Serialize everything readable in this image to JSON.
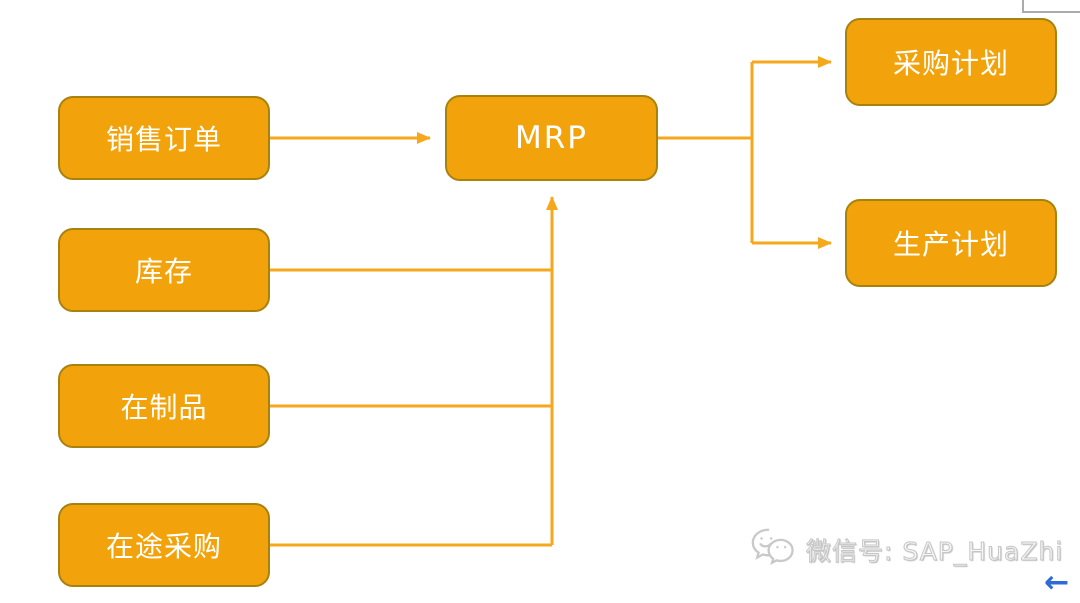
{
  "colors": {
    "node_fill": "#F2A30B",
    "node_border": "#A8820E",
    "connector": "#F5A81C",
    "node_text": "#FFFFFF",
    "watermark_gray": "#C9C9C9",
    "nav_arrow_blue": "#2E6BD8",
    "frame_corner_gray": "#ABABAB"
  },
  "diagram": {
    "nodes": [
      {
        "id": "sales-order",
        "label": "销售订单"
      },
      {
        "id": "inventory",
        "label": "库存"
      },
      {
        "id": "wip",
        "label": "在制品"
      },
      {
        "id": "in-transit",
        "label": "在途采购"
      },
      {
        "id": "mrp",
        "label": "MRP"
      },
      {
        "id": "purchase-plan",
        "label": "采购计划"
      },
      {
        "id": "production-plan",
        "label": "生产计划"
      }
    ],
    "edges": [
      {
        "from": "销售订单",
        "to": "MRP"
      },
      {
        "from": "库存",
        "to": "MRP"
      },
      {
        "from": "在制品",
        "to": "MRP"
      },
      {
        "from": "在途采购",
        "to": "MRP"
      },
      {
        "from": "MRP",
        "to": "采购计划"
      },
      {
        "from": "MRP",
        "to": "生产计划"
      }
    ]
  },
  "watermark": {
    "icon": "wechat-icon",
    "label": "微信号: SAP_HuaZhi"
  },
  "nav": {
    "back_arrow": "←"
  }
}
